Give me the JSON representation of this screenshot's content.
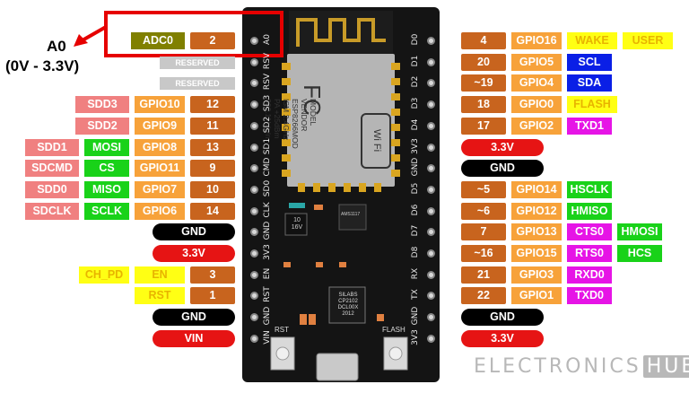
{
  "annotation": {
    "title": "A0",
    "range": "(0V - 3.3V)"
  },
  "brand": {
    "name": "ELECTRONICS",
    "hub": "HUB"
  },
  "chip": {
    "lines": [
      "MODEL",
      "VENDOR",
      "ESP8266MOD",
      "ISM 2.4GHz",
      "PA +25dBm",
      "802.11b/g/n"
    ],
    "fc": "FC",
    "wifi": "Wi Fi",
    "usb_chip": [
      "SILABS",
      "CP2102",
      "DCL00X",
      "2012"
    ],
    "ams": "AMS1117",
    "cap": [
      "10",
      "16V"
    ]
  },
  "buttons": {
    "rst": "RST",
    "flash": "FLASH"
  },
  "left_pins": [
    "A0",
    "RSV",
    "RSV",
    "SD3",
    "SD2",
    "SD1",
    "CMD",
    "SD0",
    "CLK",
    "GND",
    "3V3",
    "EN",
    "RST",
    "GND",
    "VIN"
  ],
  "right_pins": [
    "D0",
    "D1",
    "D2",
    "D3",
    "D4",
    "3V3",
    "GND",
    "D5",
    "D6",
    "D7",
    "D8",
    "RX",
    "TX",
    "GND",
    "3V3"
  ],
  "left_rows": [
    [
      {
        "t": "ADC0",
        "c": "olive"
      },
      {
        "t": "2",
        "c": "num"
      }
    ],
    [
      {
        "t": "RESERVED",
        "c": "grey"
      }
    ],
    [
      {
        "t": "RESERVED",
        "c": "grey"
      }
    ],
    [
      {
        "t": "SDD3",
        "c": "pink"
      },
      {
        "t": "GPIO10",
        "c": "orange"
      },
      {
        "t": "12",
        "c": "num"
      }
    ],
    [
      {
        "t": "SDD2",
        "c": "pink"
      },
      {
        "t": "GPIO9",
        "c": "orange"
      },
      {
        "t": "11",
        "c": "num"
      }
    ],
    [
      {
        "t": "SDD1",
        "c": "pink"
      },
      {
        "t": "MOSI",
        "c": "green"
      },
      {
        "t": "GPIO8",
        "c": "orange"
      },
      {
        "t": "13",
        "c": "num"
      }
    ],
    [
      {
        "t": "SDCMD",
        "c": "pink"
      },
      {
        "t": "CS",
        "c": "green"
      },
      {
        "t": "GPIO11",
        "c": "orange"
      },
      {
        "t": "9",
        "c": "num"
      }
    ],
    [
      {
        "t": "SDD0",
        "c": "pink"
      },
      {
        "t": "MISO",
        "c": "green"
      },
      {
        "t": "GPIO7",
        "c": "orange"
      },
      {
        "t": "10",
        "c": "num"
      }
    ],
    [
      {
        "t": "SDCLK",
        "c": "pink"
      },
      {
        "t": "SCLK",
        "c": "green"
      },
      {
        "t": "GPIO6",
        "c": "orange"
      },
      {
        "t": "14",
        "c": "num"
      }
    ],
    [
      {
        "t": "GND",
        "c": "black"
      }
    ],
    [
      {
        "t": "3.3V",
        "c": "red"
      }
    ],
    [
      {
        "t": "CH_PD",
        "c": "yellow"
      },
      {
        "t": "EN",
        "c": "yellow"
      },
      {
        "t": "3",
        "c": "num"
      }
    ],
    [
      {
        "t": "RST",
        "c": "yellow"
      },
      {
        "t": "1",
        "c": "num"
      }
    ],
    [
      {
        "t": "GND",
        "c": "black"
      }
    ],
    [
      {
        "t": "VIN",
        "c": "red"
      }
    ]
  ],
  "right_rows": [
    [
      {
        "t": "4",
        "c": "num"
      },
      {
        "t": "GPIO16",
        "c": "orange"
      },
      {
        "t": "WAKE",
        "c": "yellow"
      },
      {
        "t": "USER",
        "c": "yellow"
      }
    ],
    [
      {
        "t": "20",
        "c": "num"
      },
      {
        "t": "GPIO5",
        "c": "orange"
      },
      {
        "t": "SCL",
        "c": "blue"
      }
    ],
    [
      {
        "t": "~19",
        "c": "num"
      },
      {
        "t": "GPIO4",
        "c": "orange"
      },
      {
        "t": "SDA",
        "c": "blue"
      }
    ],
    [
      {
        "t": "18",
        "c": "num"
      },
      {
        "t": "GPIO0",
        "c": "orange"
      },
      {
        "t": "FLASH",
        "c": "yellow"
      }
    ],
    [
      {
        "t": "17",
        "c": "num"
      },
      {
        "t": "GPIO2",
        "c": "orange"
      },
      {
        "t": "TXD1",
        "c": "magenta"
      }
    ],
    [
      {
        "t": "3.3V",
        "c": "red"
      }
    ],
    [
      {
        "t": "GND",
        "c": "black"
      }
    ],
    [
      {
        "t": "~5",
        "c": "num"
      },
      {
        "t": "GPIO14",
        "c": "orange"
      },
      {
        "t": "HSCLK",
        "c": "green"
      }
    ],
    [
      {
        "t": "~6",
        "c": "num"
      },
      {
        "t": "GPIO12",
        "c": "orange"
      },
      {
        "t": "HMISO",
        "c": "green"
      }
    ],
    [
      {
        "t": "7",
        "c": "num"
      },
      {
        "t": "GPIO13",
        "c": "orange"
      },
      {
        "t": "CTS0",
        "c": "magenta"
      },
      {
        "t": "HMOSI",
        "c": "green"
      }
    ],
    [
      {
        "t": "~16",
        "c": "num"
      },
      {
        "t": "GPIO15",
        "c": "orange"
      },
      {
        "t": "RTS0",
        "c": "magenta"
      },
      {
        "t": "HCS",
        "c": "green"
      }
    ],
    [
      {
        "t": "21",
        "c": "num"
      },
      {
        "t": "GPIO3",
        "c": "orange"
      },
      {
        "t": "RXD0",
        "c": "magenta"
      }
    ],
    [
      {
        "t": "22",
        "c": "num"
      },
      {
        "t": "GPIO1",
        "c": "orange"
      },
      {
        "t": "TXD0",
        "c": "magenta"
      }
    ],
    [
      {
        "t": "GND",
        "c": "black"
      }
    ],
    [
      {
        "t": "3.3V",
        "c": "red"
      }
    ]
  ],
  "colors": {
    "olive": [
      "#808000",
      "#ffffff"
    ],
    "grey": [
      "#c8c8c8",
      "#ffffff"
    ],
    "pink": [
      "#f08080",
      "#ffffff"
    ],
    "orange": [
      "#f7a23a",
      "#ffffff"
    ],
    "num": [
      "#c8641e",
      "#ffffff"
    ],
    "green": [
      "#19d219",
      "#ffffff"
    ],
    "blue": [
      "#0a1fe6",
      "#ffffff"
    ],
    "yellow": [
      "#ffff14",
      "#d9b300"
    ],
    "magenta": [
      "#e614e6",
      "#ffffff"
    ],
    "black": [
      "#000000",
      "#ffffff"
    ],
    "red": [
      "#e61414",
      "#ffffff"
    ],
    "highlight": "#e60000",
    "board": "#141414"
  }
}
